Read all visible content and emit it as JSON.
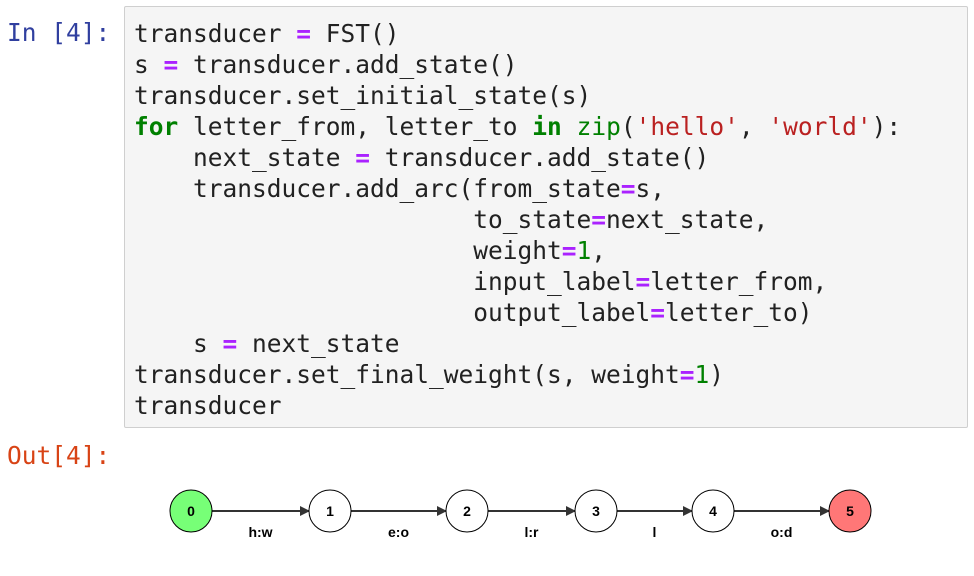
{
  "cell": {
    "in_prompt": "In [4]:",
    "out_prompt": "Out[4]:",
    "code_lines": [
      [
        {
          "t": "transducer "
        },
        {
          "t": "=",
          "c": "op"
        },
        {
          "t": " FST()"
        }
      ],
      [
        {
          "t": "s "
        },
        {
          "t": "=",
          "c": "op"
        },
        {
          "t": " transducer.add_state()"
        }
      ],
      [
        {
          "t": "transducer.set_initial_state(s)"
        }
      ],
      [
        {
          "t": "for",
          "c": "kw"
        },
        {
          "t": " letter_from, letter_to "
        },
        {
          "t": "in",
          "c": "kw"
        },
        {
          "t": " "
        },
        {
          "t": "zip",
          "c": "bi"
        },
        {
          "t": "("
        },
        {
          "t": "'hello'",
          "c": "str"
        },
        {
          "t": ", "
        },
        {
          "t": "'world'",
          "c": "str"
        },
        {
          "t": "):"
        }
      ],
      [
        {
          "t": "    next_state "
        },
        {
          "t": "=",
          "c": "op"
        },
        {
          "t": " transducer.add_state()"
        }
      ],
      [
        {
          "t": "    transducer.add_arc(from_state"
        },
        {
          "t": "=",
          "c": "op"
        },
        {
          "t": "s,"
        }
      ],
      [
        {
          "t": "                       to_state"
        },
        {
          "t": "=",
          "c": "op"
        },
        {
          "t": "next_state,"
        }
      ],
      [
        {
          "t": "                       weight"
        },
        {
          "t": "=",
          "c": "op"
        },
        {
          "t": "1",
          "c": "num"
        },
        {
          "t": ","
        }
      ],
      [
        {
          "t": "                       input_label"
        },
        {
          "t": "=",
          "c": "op"
        },
        {
          "t": "letter_from,"
        }
      ],
      [
        {
          "t": "                       output_label"
        },
        {
          "t": "=",
          "c": "op"
        },
        {
          "t": "letter_to)"
        }
      ],
      [
        {
          "t": "    s "
        },
        {
          "t": "=",
          "c": "op"
        },
        {
          "t": " next_state"
        }
      ],
      [
        {
          "t": "transducer.set_final_weight(s, weight"
        },
        {
          "t": "=",
          "c": "op"
        },
        {
          "t": "1",
          "c": "num"
        },
        {
          "t": ")"
        }
      ],
      [
        {
          "t": "transducer"
        }
      ]
    ]
  },
  "fst_output": {
    "states": [
      {
        "label": "0",
        "role": "initial"
      },
      {
        "label": "1",
        "role": "normal"
      },
      {
        "label": "2",
        "role": "normal"
      },
      {
        "label": "3",
        "role": "normal"
      },
      {
        "label": "4",
        "role": "normal"
      },
      {
        "label": "5",
        "role": "final"
      }
    ],
    "arcs": [
      {
        "from": "0",
        "to": "1",
        "label": "h:w"
      },
      {
        "from": "1",
        "to": "2",
        "label": "e:o"
      },
      {
        "from": "2",
        "to": "3",
        "label": "l:r"
      },
      {
        "from": "3",
        "to": "4",
        "label": "l"
      },
      {
        "from": "4",
        "to": "5",
        "label": "o:d"
      }
    ],
    "colors": {
      "initial": "#77ff77",
      "final": "#ff7777",
      "normal": "#ffffff"
    }
  }
}
